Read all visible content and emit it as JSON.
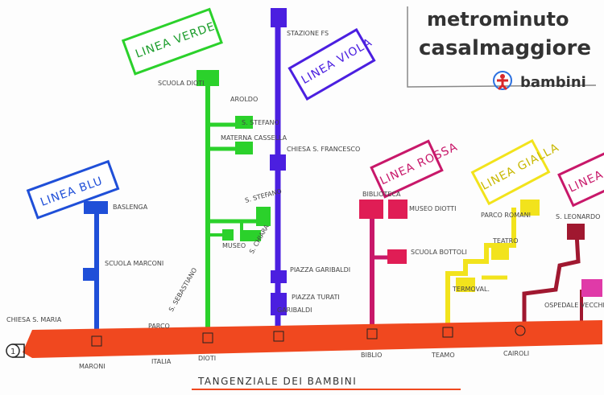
{
  "brand": {
    "title": "metrominuto",
    "city": "casalmaggiore",
    "kids": "bambini",
    "colors": {
      "title": "#e8402a",
      "city": "#2a6fe0",
      "kids": "#2c8f4e",
      "icon": "#d8262a"
    }
  },
  "lines": {
    "blu": {
      "name": "LINEA BLU",
      "color": "#1f4fd8"
    },
    "verde": {
      "name": "LINEA VERDE",
      "color": "#2bd12b"
    },
    "viola": {
      "name": "LINEA VIOLA",
      "color": "#4b1fe0"
    },
    "rossa": {
      "name": "LINEA ROSSA",
      "color": "#c8186a"
    },
    "gialla": {
      "name": "LINEA GIALLA",
      "color": "#f2e31c"
    },
    "marrone": {
      "name": "LINEA MARRONE",
      "color": "#a01830"
    },
    "main": {
      "name": "TANGENZIALE DEI BAMBINI",
      "color": "#f0481f"
    }
  },
  "main_stops": {
    "chiesa": "CHIESA S. MARIA",
    "parco": "PARCO",
    "maroni": "MARONI",
    "italia": "ITALIA",
    "dioti": "DIOTI",
    "biblio": "BIBLIO",
    "teamo": "TEAMO",
    "cairoli": "CAIROLI",
    "num1": "1"
  },
  "stops": {
    "baslenga": "BASLENGA",
    "scuola_marconi": "SCUOLA MARCONI",
    "scuola_dioti": "SCUOLA DIOTI",
    "aroldo": "AROLDO",
    "materna_cassella": "MATERNA CASSELLA",
    "s_stefano": "S. STEFANO",
    "museo": "MUSEO",
    "s_chiara": "S. CHIARA",
    "s_sebastiano": "S. SEBASTIANO",
    "stazione": "STAZIONE FS",
    "chiesa_sfrancesco": "CHIESA S. FRANCESCO",
    "piazza_garibaldi": "PIAZZA GARIBALDI",
    "piazza_turati": "PIAZZA TURATI",
    "garibaldi": "GARIBALDI",
    "biblioteca": "BIBLIOTECA",
    "museo_diotti": "MUSEO DIOTTI",
    "scuola_bottoli": "SCUOLA BOTTOLI",
    "parco_romani": "PARCO ROMANI",
    "teatro": "TEATRO",
    "termovalorizz": "TERMOVAL.",
    "s_leonardo": "S. LEONARDO",
    "ospedale_vecchio": "OSPEDALE VECCHIO"
  }
}
